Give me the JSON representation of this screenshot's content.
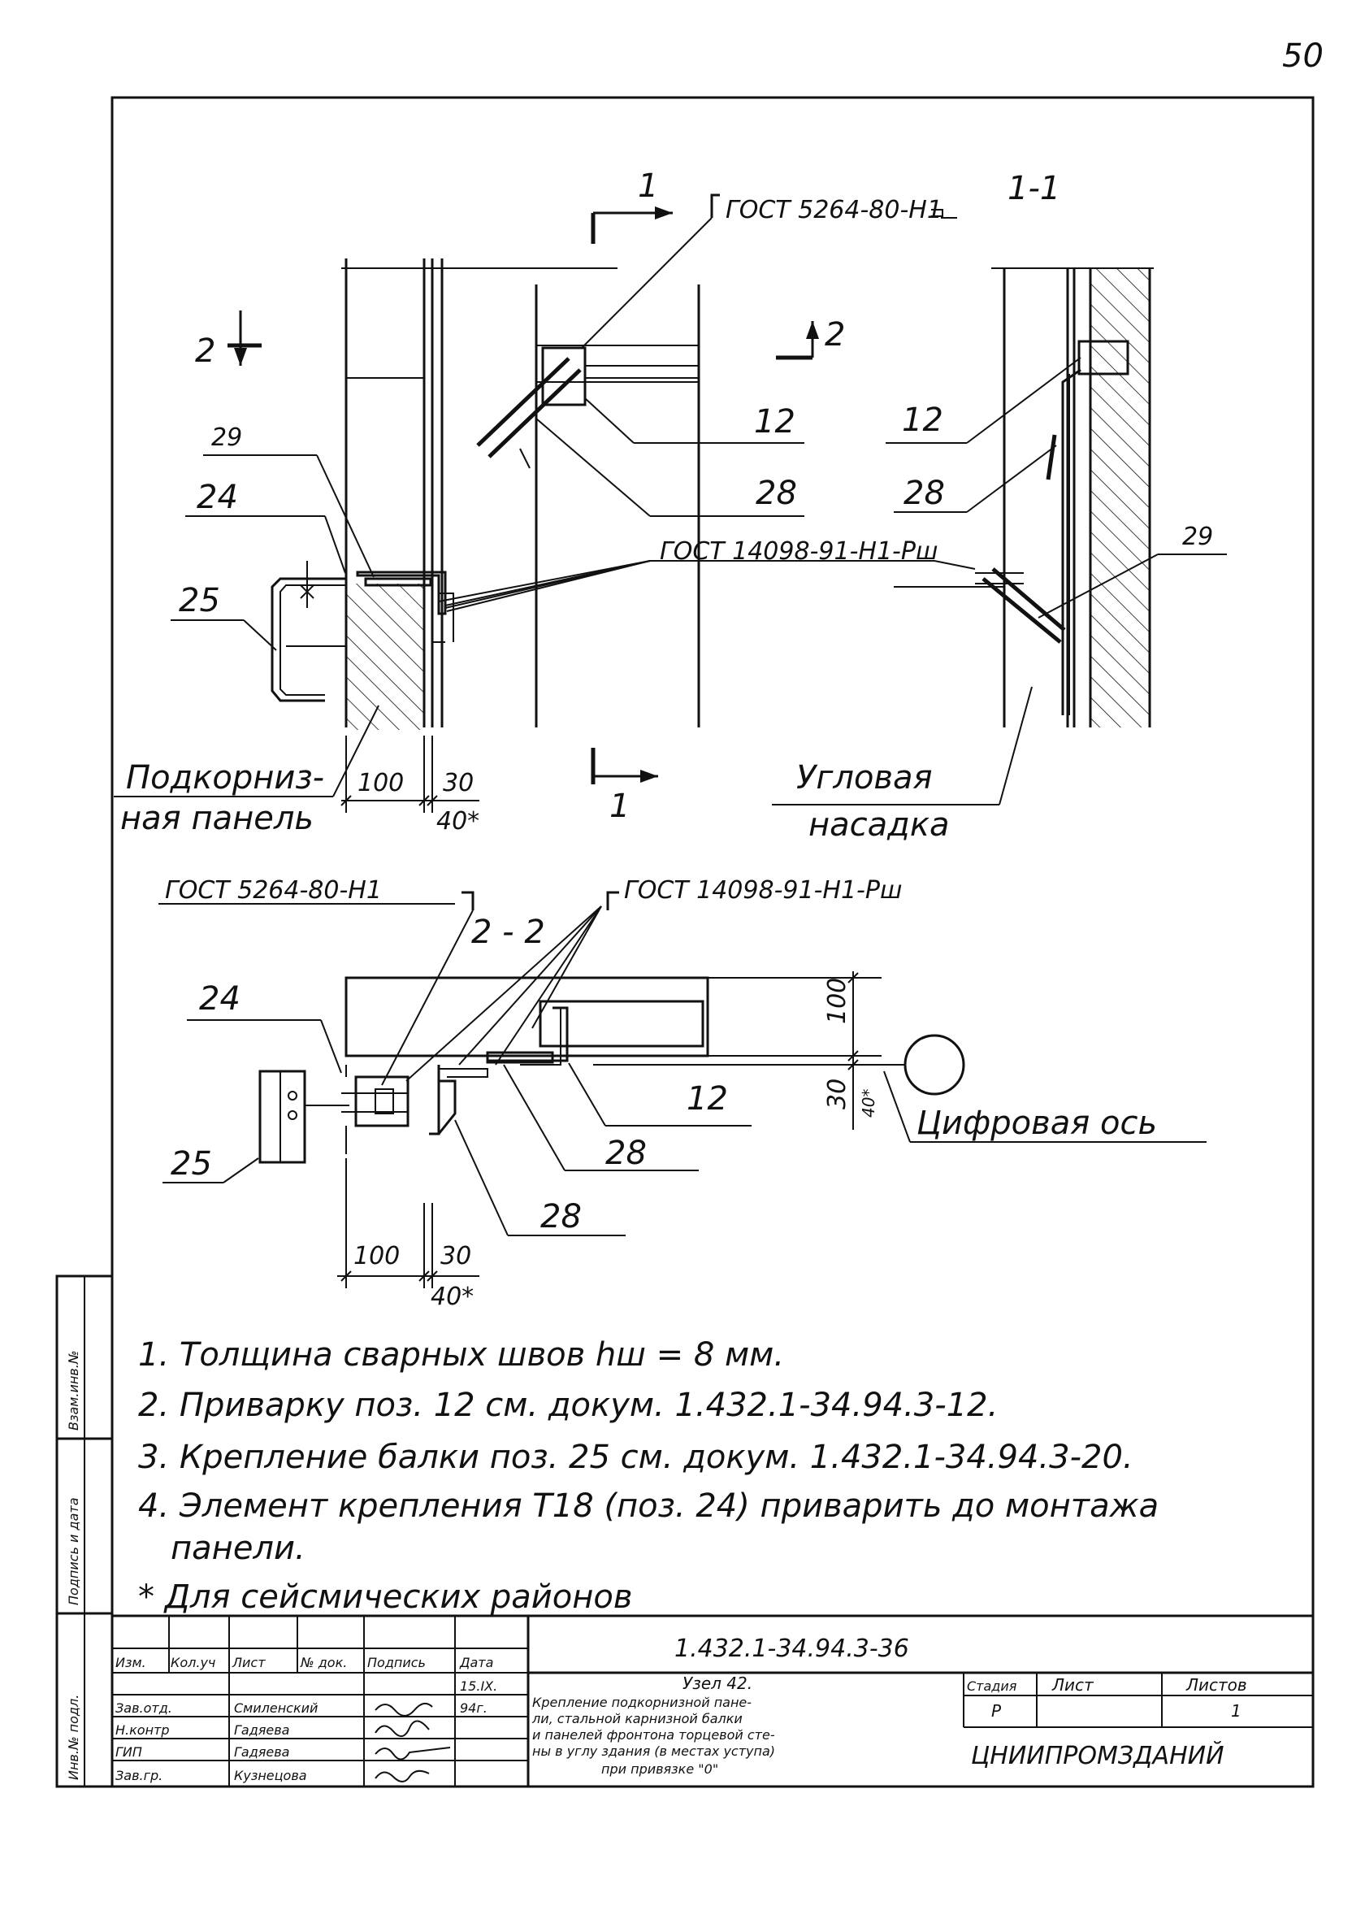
{
  "page_number": "50",
  "section_1": {
    "title": "1-1",
    "cut_mark": "1",
    "cut_mark_bottom": "1",
    "cut_2_left": "2",
    "cut_2_right": "2",
    "weld_angle_label": "ГОСТ 5264-80-Н1",
    "weld_label": "ГОСТ 14098-91-Н1-Рш",
    "pos_12_a": "12",
    "pos_12_b": "12",
    "pos_28_a": "28",
    "pos_28_b": "28",
    "pos_29_a": "29",
    "pos_29_b": "29",
    "pos_24": "24",
    "pos_25": "25",
    "panel_label_1": "Подкорниз-",
    "panel_label_2": "ная панель",
    "corner_label_1": "Угловая",
    "corner_label_2": "насадка",
    "dim_100": "100",
    "dim_30": "30",
    "dim_40": "40*"
  },
  "section_2": {
    "title": "2 - 2",
    "weld_angle_label": "ГОСТ 5264-80-Н1",
    "weld_label": "ГОСТ 14098-91-Н1-Рш",
    "pos_24": "24",
    "pos_25": "25",
    "pos_12": "12",
    "pos_28_a": "28",
    "pos_28_b": "28",
    "dim_100_v": "100",
    "dim_30_v": "30",
    "dim_40_v": "40*",
    "dim_100_h": "100",
    "dim_30_h": "30",
    "dim_40_h": "40*",
    "axis_label": "Цифровая ось"
  },
  "notes": [
    "1. Толщина сварных швов hш = 8 мм.",
    "2. Приварку поз. 12 см. докум. 1.432.1-34.94.3-12.",
    "3. Крепление балки поз. 25 см. докум. 1.432.1-34.94.3-20.",
    "4. Элемент крепления Т18 (поз. 24) приварить до монтажа",
    "панели.",
    "* Для сейсмических районов"
  ],
  "side_stamp": {
    "cell_1": "Взам.инв.№",
    "cell_2": "Подпись и дата",
    "cell_3": "Инв.№ подл."
  },
  "title_block": {
    "doc_code": "1.432.1-34.94.3-36",
    "headers": [
      "Изм.",
      "Кол.уч",
      "Лист",
      "№ док.",
      "Подпись",
      "Дата"
    ],
    "date_1": "15.IX.",
    "date_2": "94г.",
    "roles": [
      "Зав.отд.",
      "Н.контр",
      "ГИП",
      "Зав.гр."
    ],
    "names": [
      "Смиленский",
      "Гадяева",
      "Гадяева",
      "Кузнецова"
    ],
    "title_lines": [
      "Узел 42.",
      "Крепление подкорнизной пане-",
      "ли, стальной карнизной балки",
      "и панелей фронтона торцевой сте-",
      "ны в углу здания (в местах уступа)",
      "при привязке \"0\""
    ],
    "stage_header": "Стадия",
    "sheet_header": "Лист",
    "sheets_header": "Листов",
    "stage_value": "Р",
    "sheets_value": "1",
    "organization": "ЦНИИПРОМЗДАНИЙ"
  }
}
